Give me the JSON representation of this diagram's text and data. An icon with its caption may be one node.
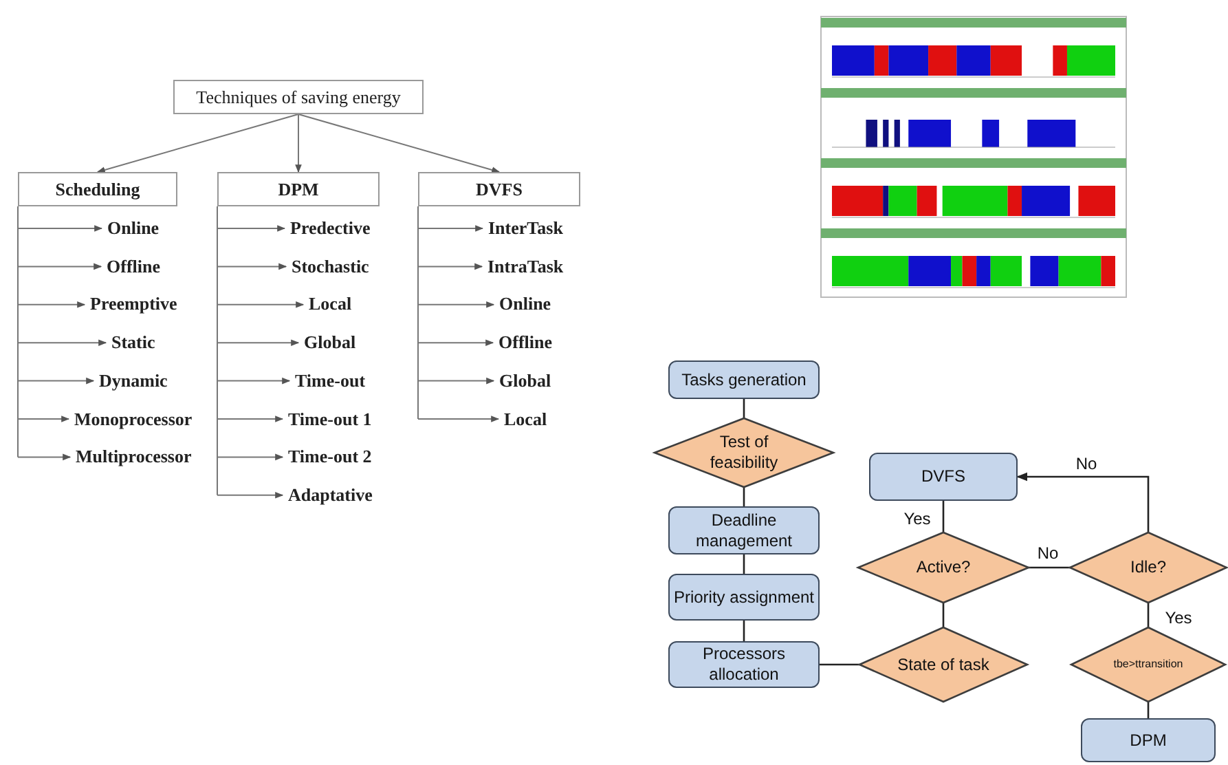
{
  "diagram": {
    "nodes": [
      {
        "text": [
          "Techniques of saving energy"
        ]
      },
      {
        "text": [
          "Scheduling"
        ]
      },
      {
        "text": [
          "DPM"
        ]
      },
      {
        "text": [
          "DVFS"
        ]
      },
      {
        "text": [
          "Online"
        ]
      },
      {
        "text": [
          "Offline"
        ]
      },
      {
        "text": [
          "Preemptive"
        ]
      },
      {
        "text": [
          "Static"
        ]
      },
      {
        "text": [
          "Dynamic"
        ]
      },
      {
        "text": [
          "Monoprocessor"
        ]
      },
      {
        "text": [
          "Multiprocessor"
        ]
      },
      {
        "text": [
          "Predective"
        ]
      },
      {
        "text": [
          "Stochastic"
        ]
      },
      {
        "text": [
          "Local"
        ]
      },
      {
        "text": [
          "Global"
        ]
      },
      {
        "text": [
          "Time-out"
        ]
      },
      {
        "text": [
          "Time-out 1"
        ]
      },
      {
        "text": [
          "Time-out 2"
        ]
      },
      {
        "text": [
          "Adaptative"
        ]
      },
      {
        "text": [
          "InterTask"
        ]
      },
      {
        "text": [
          "IntraTask"
        ]
      },
      {
        "text": [
          "Online"
        ]
      },
      {
        "text": [
          "Offline"
        ]
      },
      {
        "text": [
          "Global"
        ]
      },
      {
        "text": [
          "Local"
        ]
      },
      {
        "text": [
          "Tasks generation"
        ]
      },
      {
        "text": [
          "Test of feasibility"
        ]
      },
      {
        "text": [
          "Deadline management"
        ]
      },
      {
        "text": [
          "Priority assignment"
        ]
      },
      {
        "text": [
          "Processors allocation"
        ]
      },
      {
        "text": [
          "State of task"
        ]
      },
      {
        "text": [
          "Active?"
        ]
      },
      {
        "text": [
          "DVFS"
        ]
      },
      {
        "text": [
          "Idle?"
        ]
      },
      {
        "text": [
          "tbe>ttransition"
        ]
      },
      {
        "text": [
          "DPM"
        ]
      }
    ],
    "edges": [
      {
        "from": 0,
        "to": 1,
        "arrow": "to"
      },
      {
        "from": 0,
        "to": 2,
        "arrow": "to"
      },
      {
        "from": 0,
        "to": 3,
        "arrow": "to"
      },
      {
        "from": 1,
        "to": 4,
        "arrow": "to"
      },
      {
        "from": 1,
        "to": 5,
        "arrow": "to"
      },
      {
        "from": 1,
        "to": 6,
        "arrow": "to"
      },
      {
        "from": 1,
        "to": 7,
        "arrow": "to"
      },
      {
        "from": 1,
        "to": 8,
        "arrow": "to"
      },
      {
        "from": 1,
        "to": 9,
        "arrow": "to"
      },
      {
        "from": 1,
        "to": 10,
        "arrow": "to"
      },
      {
        "from": 2,
        "to": 11,
        "arrow": "to"
      },
      {
        "from": 2,
        "to": 12,
        "arrow": "to"
      },
      {
        "from": 2,
        "to": 13,
        "arrow": "to"
      },
      {
        "from": 2,
        "to": 14,
        "arrow": "to"
      },
      {
        "from": 2,
        "to": 15,
        "arrow": "to"
      },
      {
        "from": 2,
        "to": 16,
        "arrow": "to"
      },
      {
        "from": 2,
        "to": 17,
        "arrow": "to"
      },
      {
        "from": 2,
        "to": 18,
        "arrow": "to"
      },
      {
        "from": 3,
        "to": 19,
        "arrow": "to"
      },
      {
        "from": 3,
        "to": 20,
        "arrow": "to"
      },
      {
        "from": 3,
        "to": 21,
        "arrow": "to"
      },
      {
        "from": 3,
        "to": 22,
        "arrow": "to"
      },
      {
        "from": 3,
        "to": 23,
        "arrow": "to"
      },
      {
        "from": 3,
        "to": 24,
        "arrow": "to"
      },
      {
        "from": 25,
        "to": 26,
        "arrow": "none"
      },
      {
        "from": 26,
        "to": 27,
        "arrow": "none"
      },
      {
        "from": 27,
        "to": 28,
        "arrow": "none"
      },
      {
        "from": 28,
        "to": 29,
        "arrow": "none"
      },
      {
        "from": 29,
        "to": 30,
        "arrow": "none"
      },
      {
        "from": 30,
        "to": 31,
        "arrow": "none"
      },
      {
        "from": 31,
        "to": 32,
        "label": "Yes",
        "arrow": "none"
      },
      {
        "from": 31,
        "to": 33,
        "label": "No",
        "arrow": "none"
      },
      {
        "from": 33,
        "to": 32,
        "label": "No",
        "arrow": "to"
      },
      {
        "from": 33,
        "to": 34,
        "label": "Yes",
        "arrow": "none"
      },
      {
        "from": 34,
        "to": 35,
        "arrow": "none"
      }
    ]
  }
}
